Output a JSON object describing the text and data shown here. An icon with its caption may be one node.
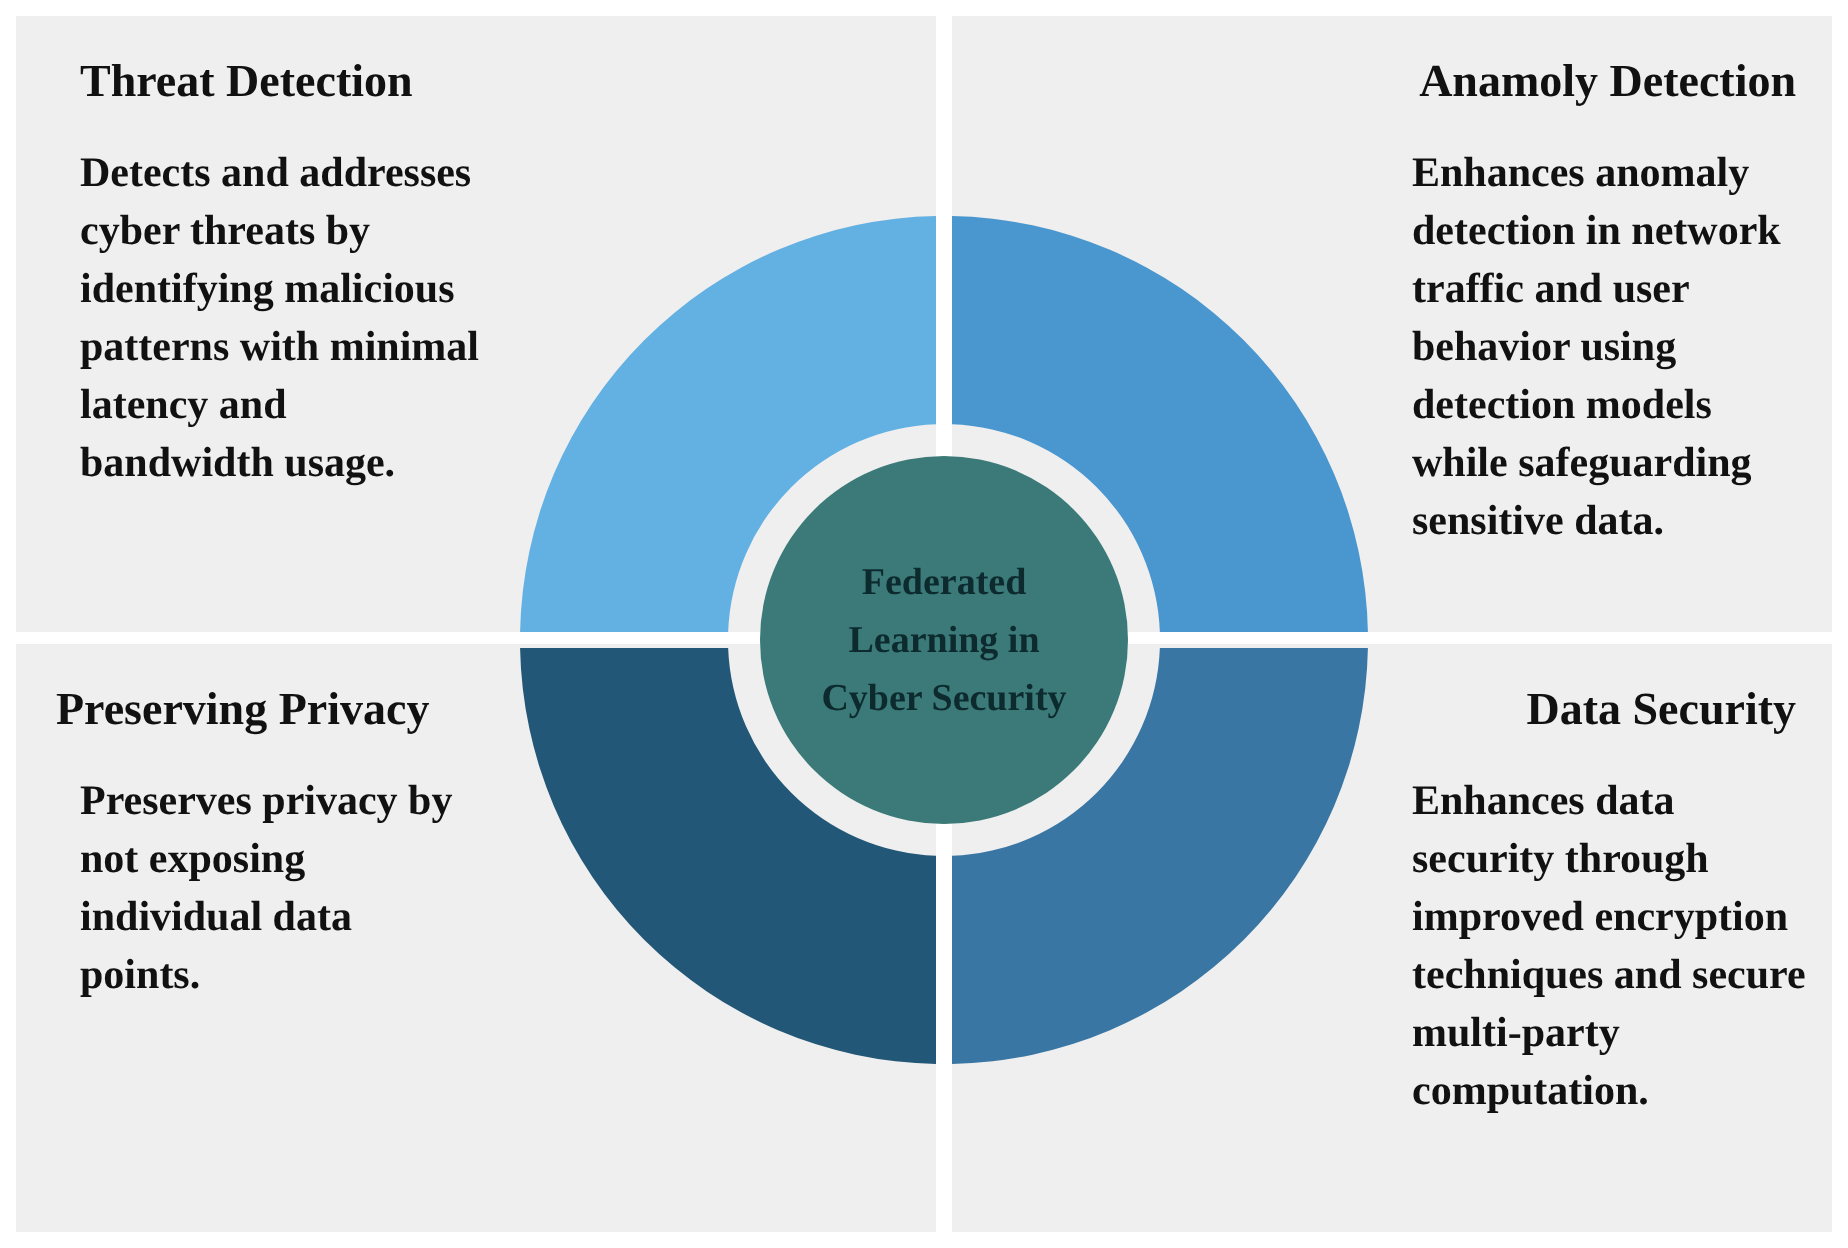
{
  "diagram": {
    "nodes": [
      {
        "text": [
          "Threat Detection",
          "Detects and addresses cyber threats by identifying malicious patterns with minimal latency and bandwidth usage."
        ]
      },
      {
        "text": [
          "Anamoly Detection",
          "Enhances anomaly detection in network traffic and user behavior using detection models while safeguarding sensitive data."
        ]
      },
      {
        "text": [
          "Preserving Privacy",
          "Preserves privacy by not exposing individual data points."
        ]
      },
      {
        "text": [
          "Data Security",
          "Enhances data security through improved encryption techniques and secure multi-party computation."
        ]
      },
      {
        "text": [
          "Federated Learning in Cyber Security"
        ]
      }
    ],
    "edges": []
  }
}
